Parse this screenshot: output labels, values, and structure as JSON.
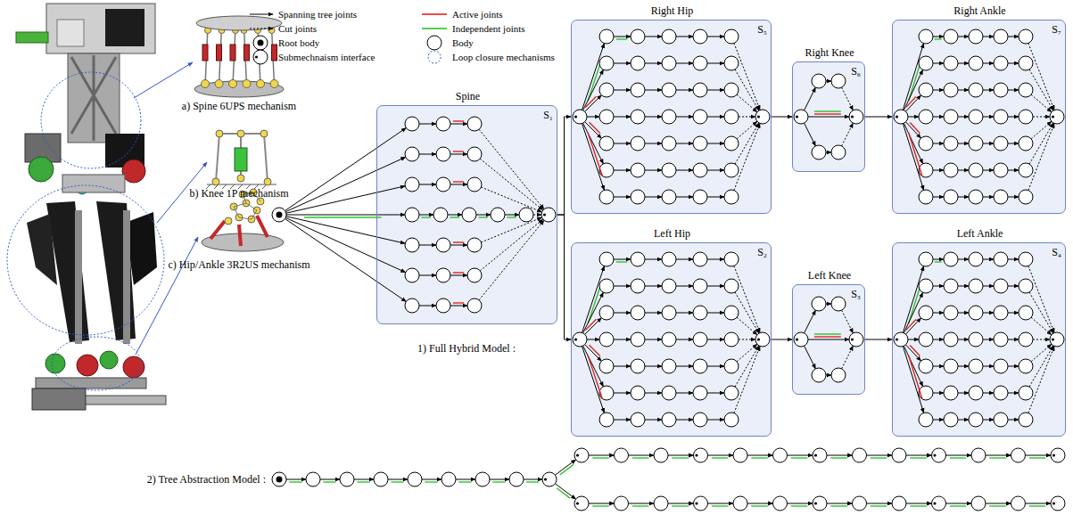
{
  "diagram": {
    "nodes": [
      {
        "text": [
          "Spine",
          "S₁"
        ]
      },
      {
        "text": [
          "Right Hip",
          "S₅"
        ]
      },
      {
        "text": [
          "Right Knee",
          "S₆"
        ]
      },
      {
        "text": [
          "Right Ankle",
          "S₇"
        ]
      },
      {
        "text": [
          "Left Hip",
          "S₂"
        ]
      },
      {
        "text": [
          "Left Knee",
          "S₃"
        ]
      },
      {
        "text": [
          "Left Ankle",
          "S₄"
        ]
      }
    ],
    "edges": [
      {
        "from": 0,
        "to": 1,
        "arrow": "to"
      },
      {
        "from": 0,
        "to": 4,
        "arrow": "to"
      },
      {
        "from": 1,
        "to": 2,
        "arrow": "to"
      },
      {
        "from": 2,
        "to": 3,
        "arrow": "to"
      },
      {
        "from": 4,
        "to": 5,
        "arrow": "to"
      },
      {
        "from": 5,
        "to": 6,
        "arrow": "to"
      }
    ],
    "labels": [
      "a) Spine 6UPS mechanism",
      "b) Knee 1P mechanism",
      "c) Hip/Ankle 3R2US mechanism",
      "1) Full Hybrid Model :",
      "2) Tree Abstraction Model :"
    ],
    "legend": [
      {
        "text": "Spanning tree joints"
      },
      {
        "text": "Cut joints"
      },
      {
        "text": "Root body"
      },
      {
        "text": "Submechnaism interface"
      },
      {
        "text": "Active joints",
        "color": "#e02020"
      },
      {
        "text": "Independent joints",
        "color": "#2ec02e"
      },
      {
        "text": "Body"
      },
      {
        "text": "Loop closure mechanisms"
      }
    ]
  }
}
